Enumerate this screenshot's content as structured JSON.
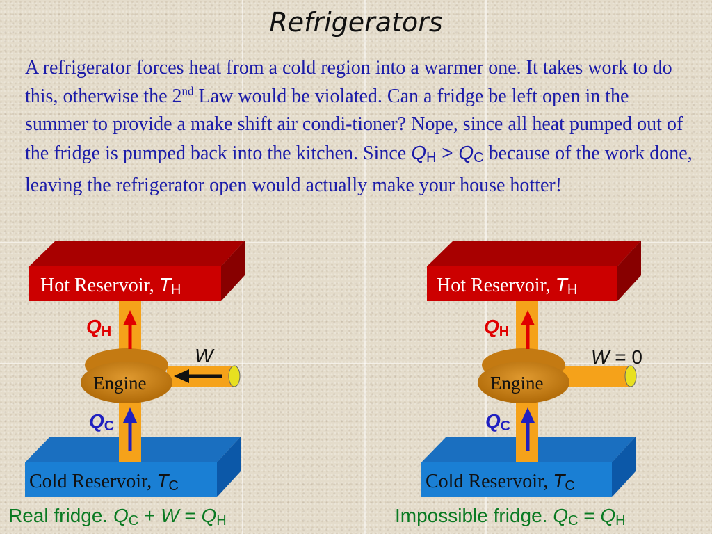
{
  "title": "Refrigerators",
  "paragraph": {
    "part1": "A refrigerator forces heat from a cold region into a warmer one.  It takes work to do this, otherwise the 2",
    "sup": "nd",
    "part2": " Law would be violated.  Can a fridge be left open in the summer to provide a make shift air condi-tioner?  Nope, since all heat pumped out of the fridge is pumped back into the kitchen.  Since ",
    "qh_sym": "Q",
    "qh_sub": "H",
    "gt": " > ",
    "qc_sym": "Q",
    "qc_sub": "C",
    "part3": " because of the work done, leaving the refrigerator open would actually make your house hotter!"
  },
  "left": {
    "hot_label": "Hot Reservoir, ",
    "hot_sym": "T",
    "hot_sub": "H",
    "cold_label": "Cold Reservoir, ",
    "cold_sym": "T",
    "cold_sub": "C",
    "engine": "Engine",
    "qh_sym": "Q",
    "qh_sub": "H",
    "qc_sym": "Q",
    "qc_sub": "C",
    "w_sym": "W",
    "caption_text": "Real fridge.  ",
    "caption_eq": {
      "a": "Q",
      "a_sub": "C",
      "op1": " + ",
      "b": "W",
      "op2": " = ",
      "c": "Q",
      "c_sub": "H"
    }
  },
  "right": {
    "hot_label": "Hot Reservoir, ",
    "hot_sym": "T",
    "hot_sub": "H",
    "cold_label": "Cold Reservoir, ",
    "cold_sym": "T",
    "cold_sub": "C",
    "engine": "Engine",
    "qh_sym": "Q",
    "qh_sub": "H",
    "qc_sym": "Q",
    "qc_sub": "C",
    "w_sym": "W",
    "w_rest": " = 0",
    "caption_text": "Impossible fridge. ",
    "caption_eq": {
      "a": "Q",
      "a_sub": "C",
      "op1": " = ",
      "c": "Q",
      "c_sub": "H"
    }
  },
  "colors": {
    "hot": "#cc0000",
    "cold": "#1a7fd4",
    "pipe": "#f5a21a",
    "engine": "#c47a12",
    "qh_text": "#e00000",
    "qc_text": "#2020c0",
    "caption": "#0a7a22",
    "body_text": "#1c1ca8"
  }
}
